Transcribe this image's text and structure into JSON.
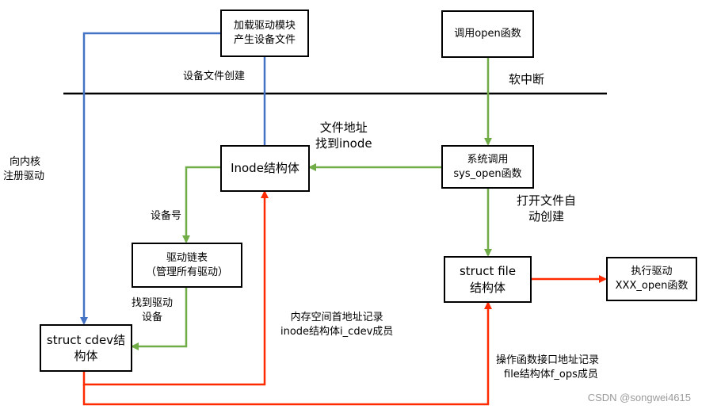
{
  "nodes": {
    "load_module": [
      "加载驱动模块",
      "产生设备文件"
    ],
    "call_open": [
      "调用open函数"
    ],
    "inode": [
      "Inode结构体"
    ],
    "sys_open": [
      "系统调用",
      "sys_open函数"
    ],
    "driver_list": [
      "驱动链表",
      "（管理所有驱动）"
    ],
    "struct_file": [
      "struct file",
      "结构体"
    ],
    "exec_driver": [
      "执行驱动",
      "XXX_open函数"
    ],
    "cdev": [
      "struct cdev结",
      "构体"
    ]
  },
  "labels": {
    "create_device_file": "设备文件创建",
    "soft_interrupt": "软中断",
    "register_driver": [
      "向内核",
      "注册驱动"
    ],
    "file_addr": [
      "文件地址",
      "找到inode"
    ],
    "device_number": "设备号",
    "auto_create": [
      "打开文件自",
      "动创建"
    ],
    "find_driver": [
      "找到驱动",
      "设备"
    ],
    "mem_addr": [
      "内存空间首地址记录",
      "inode结构体i_cdev成员"
    ],
    "fops_addr": [
      "操作函数接口地址记录",
      "file结构体f_ops成员"
    ]
  },
  "watermark": "CSDN @songwei4615",
  "colors": {
    "blue": "#4472c4",
    "green": "#70ad47",
    "red": "#ff2a00",
    "line": "#000000"
  }
}
